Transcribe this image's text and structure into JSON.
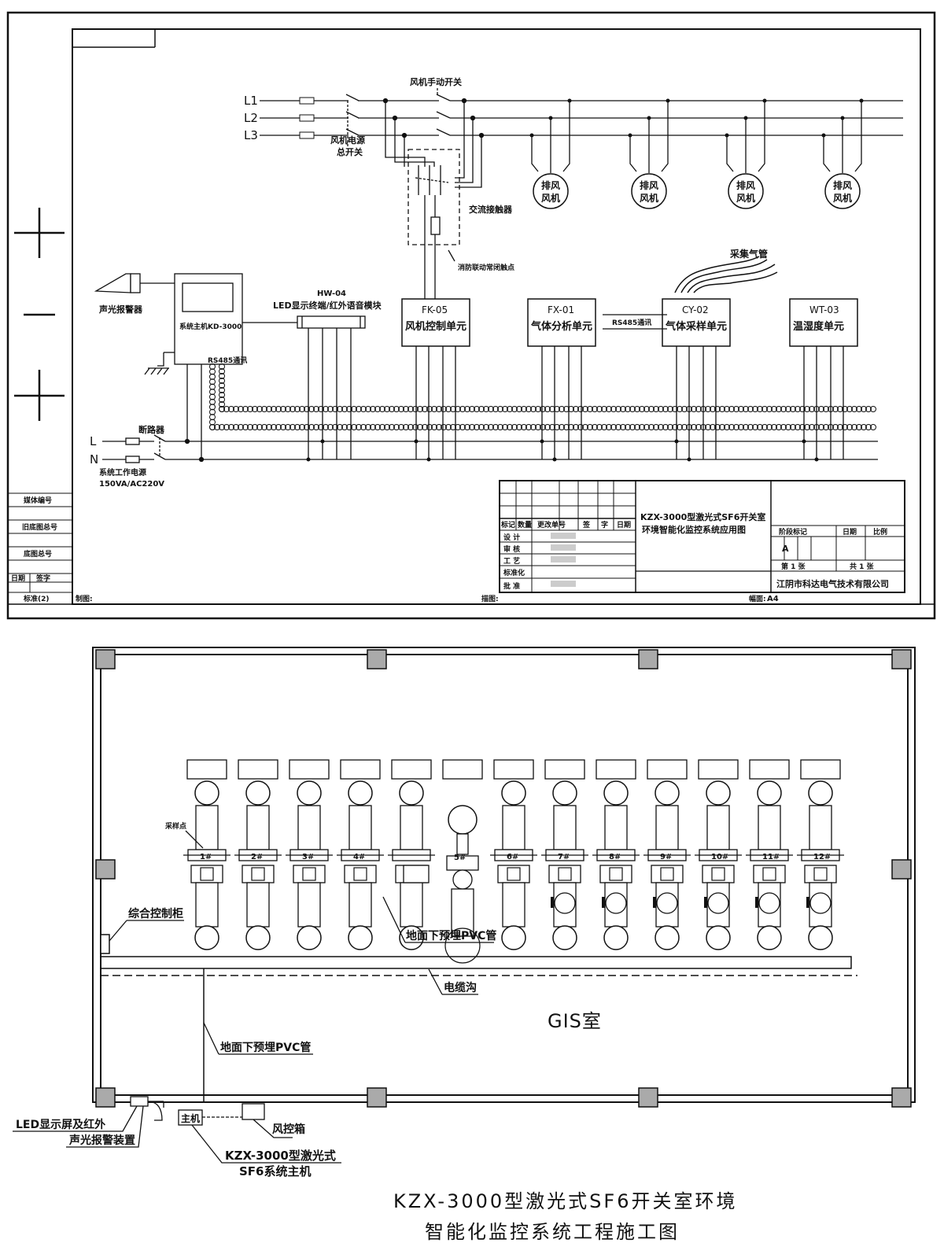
{
  "schematic": {
    "phases": [
      "L1",
      "L2",
      "L3"
    ],
    "fan_manual_switch": "风机手动开关",
    "fan_power_switch": "风机电源\n总开关",
    "ac_contactor": "交流接触器",
    "fire_linkage_contact": "消防联动常闭触点",
    "exhaust_fans": [
      "排风\n风机",
      "排风\n风机",
      "排风\n风机",
      "排风\n风机"
    ],
    "sample_gas_pipe": "采集气管",
    "alarm": "声光报警器",
    "host": "系统主机KD-3000",
    "hw_code": "HW-04",
    "hw_label": "LED显示终端/红外语音模块",
    "rs485": "RS485通讯",
    "units": [
      {
        "code": "FK-05",
        "name": "风机控制单元"
      },
      {
        "code": "FX-01",
        "name": "气体分析单元"
      },
      {
        "code": "CY-02",
        "name": "气体采样单元"
      },
      {
        "code": "WT-03",
        "name": "温湿度单元"
      }
    ],
    "breaker": "断路器",
    "mains_L": "L",
    "mains_N": "N",
    "power_source": "系统工作电源\n150VA/AC220V"
  },
  "title_block": {
    "left_labels": [
      "媒体编号",
      "旧底图总号",
      "底图总号",
      "日期",
      "签字"
    ],
    "sign_headers": [
      "标记",
      "数量",
      "更改单号",
      "签",
      "字",
      "日期"
    ],
    "sign_rows": [
      "设  计",
      "审  核",
      "工  艺",
      "标准化",
      "批  准"
    ],
    "drawing_title": "KZX-3000型激光式SF6开关室\n环境智能化监控系统应用图",
    "stage_mark": "阶段标记",
    "weight_label": "日期",
    "scale_label": "比例",
    "stage_value": "A",
    "sheet_of": "第  1  张",
    "sheets_total": "共  1  张",
    "company": "江阴市科达电气技术有限公司",
    "bottom_left": "标准(2)",
    "draw_label": "制图:",
    "trace_label": "描图:",
    "format_label": "幅面:",
    "format_value": "A4"
  },
  "plan": {
    "bays": [
      "1#",
      "2#",
      "3#",
      "4#",
      "",
      "5#",
      "6#",
      "7#",
      "8#",
      "9#",
      "10#",
      "11#",
      "12#"
    ],
    "sample_point": "采样点",
    "control_cabinet": "综合控制柜",
    "pvc_pipe_upper": "地面下预埋PVC管",
    "cable_trench": "电缆沟",
    "room": "GIS室",
    "pvc_pipe_lower": "地面下预埋PVC管",
    "led_screen": "LED显示屏及红外",
    "alarm_device": "声光报警装置",
    "host_short": "主机",
    "fan_box": "风控箱",
    "host_full": "KZX-3000型激光式\nSF6系统主机"
  },
  "caption": {
    "line1": "KZX-3000型激光式SF6开关室环境",
    "line2": "智能化监控系统工程施工图"
  }
}
